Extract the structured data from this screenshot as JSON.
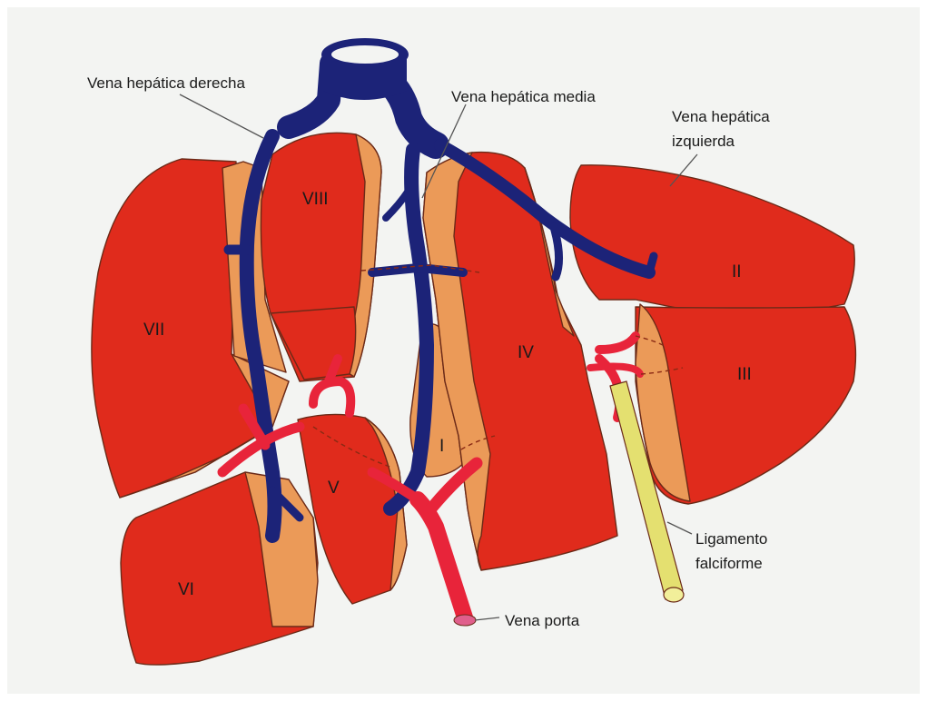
{
  "segments": {
    "I": "I",
    "II": "II",
    "III": "III",
    "IV": "IV",
    "V": "V",
    "VI": "VI",
    "VII": "VII",
    "VIII": "VIII"
  },
  "labels": {
    "right_hepatic_vein": "Vena hepática derecha",
    "middle_hepatic_vein": "Vena hepática media",
    "left_hepatic_vein_1": "Vena hepática",
    "left_hepatic_vein_2": "izquierda",
    "falciform_1": "Ligamento",
    "falciform_2": "falciforme",
    "portal_vein": "Vena porta"
  },
  "colors": {
    "liver_red": "#e02b1c",
    "liver_tan": "#eb9a58",
    "vein_blue": "#1c2378",
    "portal_red": "#e8243a",
    "ligament_yellow": "#e4e070",
    "outline": "#6b2a18",
    "background": "#f3f4f2"
  }
}
